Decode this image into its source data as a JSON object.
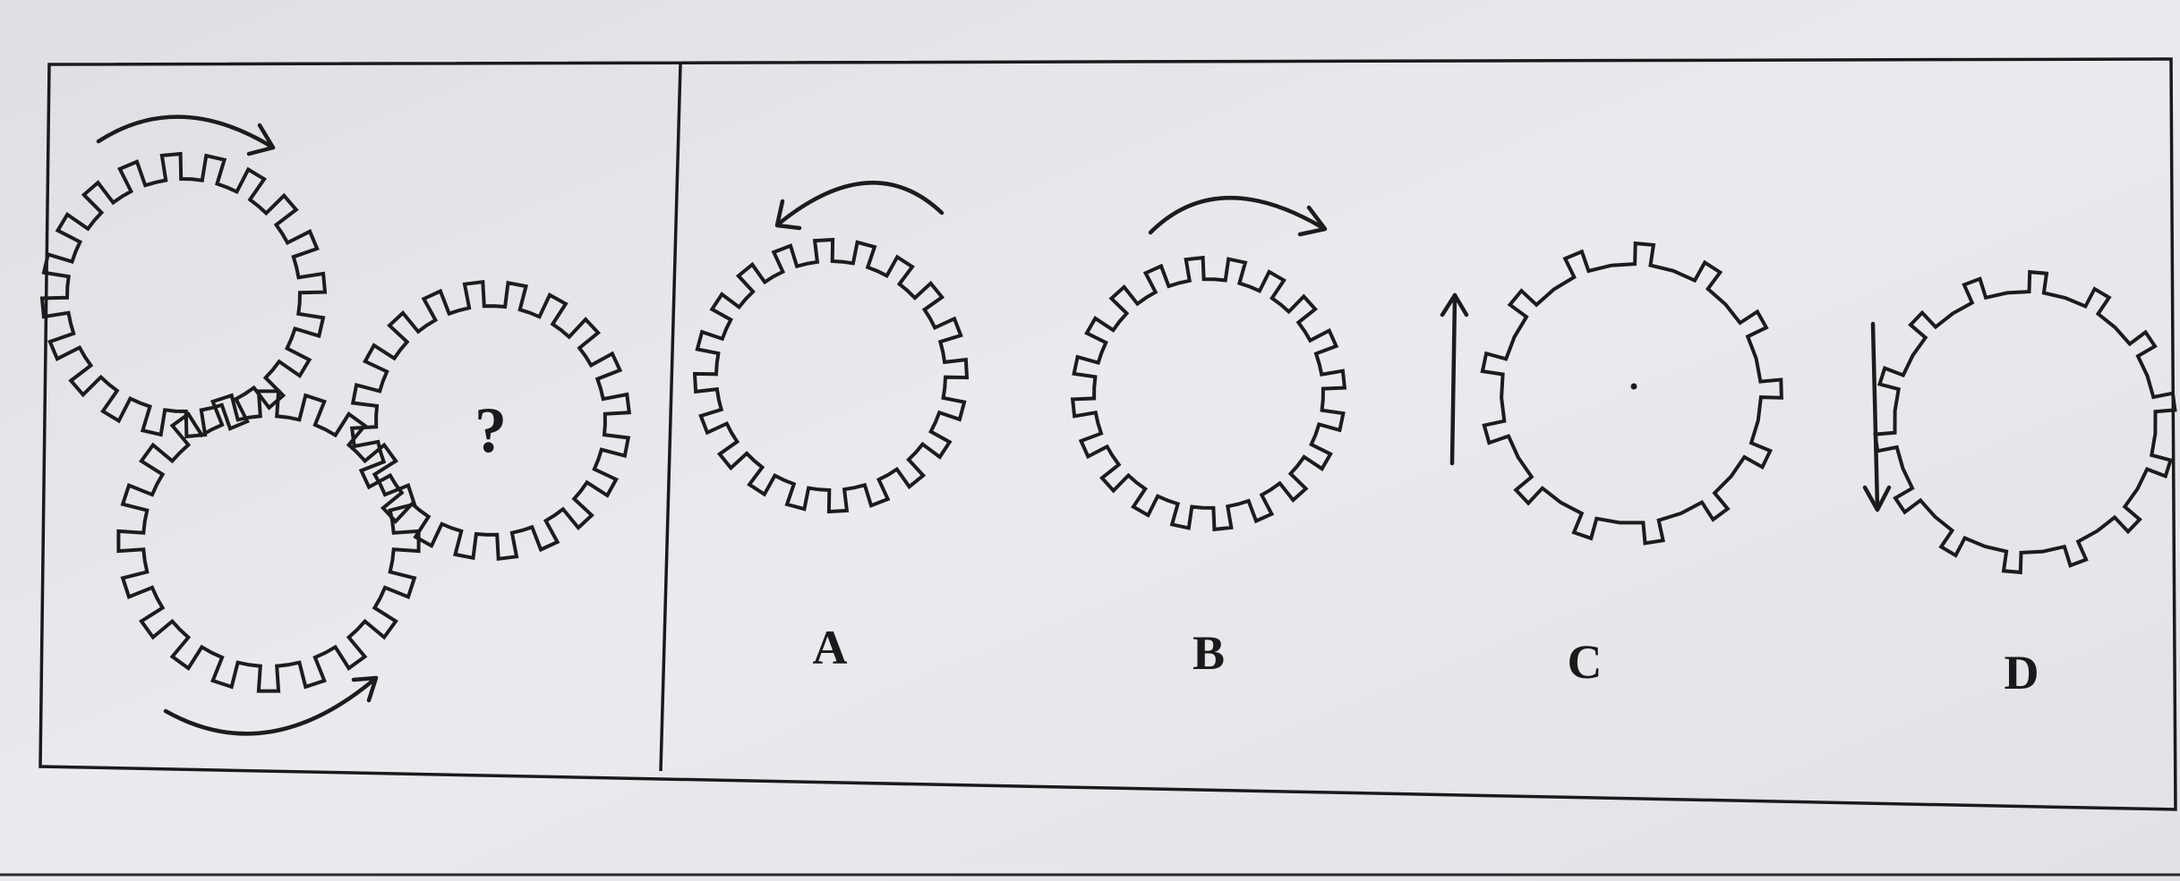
{
  "question_panel": {
    "unknown_mark": "?",
    "gears": [
      {
        "id": "gear-1",
        "teeth": 20
      },
      {
        "id": "gear-2",
        "teeth": 20
      },
      {
        "id": "gear-3-unknown",
        "teeth": 20
      }
    ],
    "arrows": [
      {
        "id": "arrow-top",
        "direction": "clockwise"
      },
      {
        "id": "arrow-bottom",
        "direction": "counterclockwise"
      }
    ]
  },
  "options": [
    {
      "label": "A",
      "teeth": 20,
      "arrow": "counterclockwise"
    },
    {
      "label": "B",
      "teeth": 20,
      "arrow": "clockwise"
    },
    {
      "label": "C",
      "teeth": 13,
      "arrow": "up"
    },
    {
      "label": "D",
      "teeth": 14,
      "arrow": "down"
    }
  ],
  "colors": {
    "ink": "#1c1c1c",
    "paper": "#e6e6ea"
  }
}
